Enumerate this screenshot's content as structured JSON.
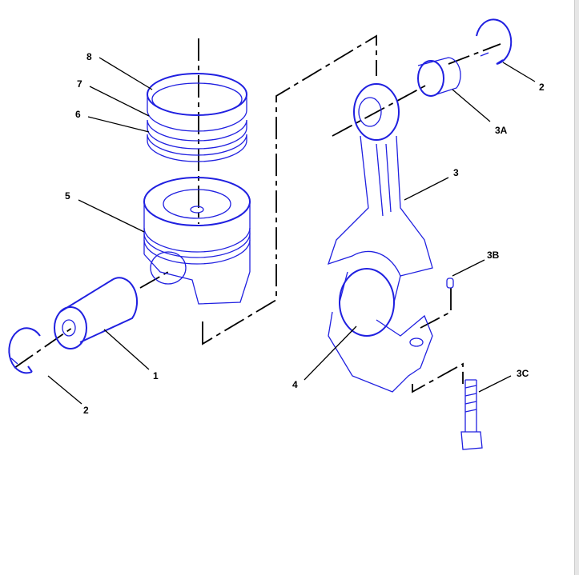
{
  "diagram": {
    "title": "Piston and Connecting Rod",
    "labels": {
      "l8": "8",
      "l7": "7",
      "l6": "6",
      "l5": "5",
      "l1": "1",
      "l2_left": "2",
      "l2_right": "2",
      "l3": "3",
      "l3a": "3A",
      "l3b": "3B",
      "l3c": "3C",
      "l4": "4"
    },
    "colors": {
      "part_stroke": "#2020e0",
      "leader": "#000000"
    }
  }
}
